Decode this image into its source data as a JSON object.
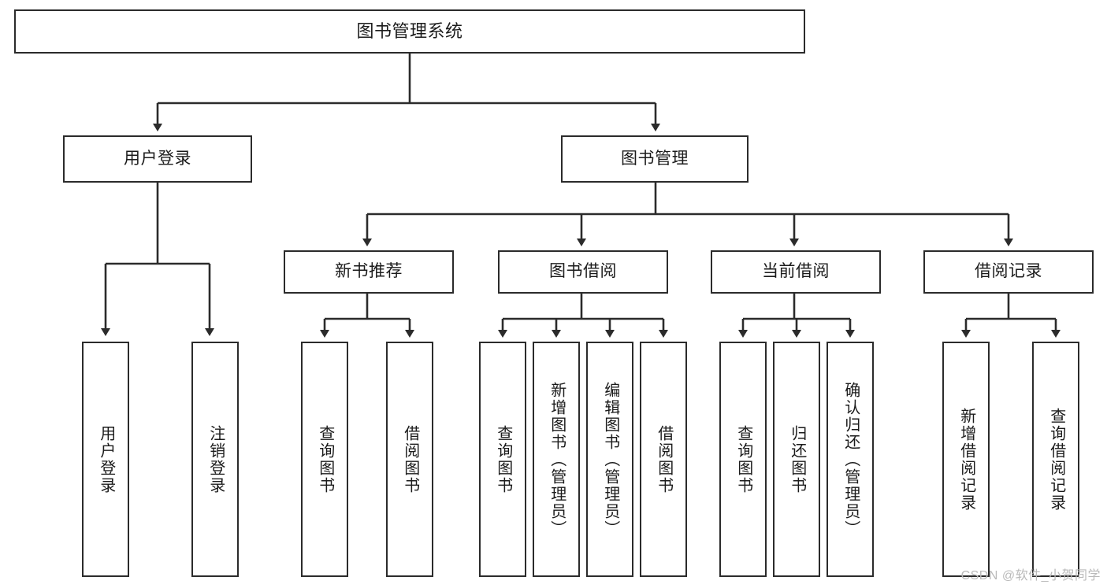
{
  "diagram": {
    "title": "图书管理系统",
    "type": "hierarchy-tree",
    "colors": {
      "stroke": "#2b2b2b",
      "fill": "#ffffff",
      "text": "#1b1b1b",
      "watermark": "#b9b9b9"
    },
    "root": {
      "label": "图书管理系统"
    },
    "level2": [
      {
        "label": "用户登录"
      },
      {
        "label": "图书管理"
      }
    ],
    "level3": [
      {
        "label": "新书推荐"
      },
      {
        "label": "图书借阅"
      },
      {
        "label": "当前借阅"
      },
      {
        "label": "借阅记录"
      }
    ],
    "leaves": {
      "user_login": [
        {
          "label": "用户登录"
        },
        {
          "label": "注销登录"
        }
      ],
      "new_book_recommend": [
        {
          "label": "查询图书"
        },
        {
          "label": "借阅图书"
        }
      ],
      "book_borrow": [
        {
          "label": "查询图书"
        },
        {
          "label": "新增图书（管理员）"
        },
        {
          "label": "编辑图书（管理员）"
        },
        {
          "label": "借阅图书"
        }
      ],
      "current_borrow": [
        {
          "label": "查询图书"
        },
        {
          "label": "归还图书"
        },
        {
          "label": "确认归还（管理员）"
        }
      ],
      "borrow_records": [
        {
          "label": "新增借阅记录"
        },
        {
          "label": "查询借阅记录"
        }
      ]
    }
  },
  "watermark": {
    "text": "CSDN @软件_小贺同学"
  }
}
